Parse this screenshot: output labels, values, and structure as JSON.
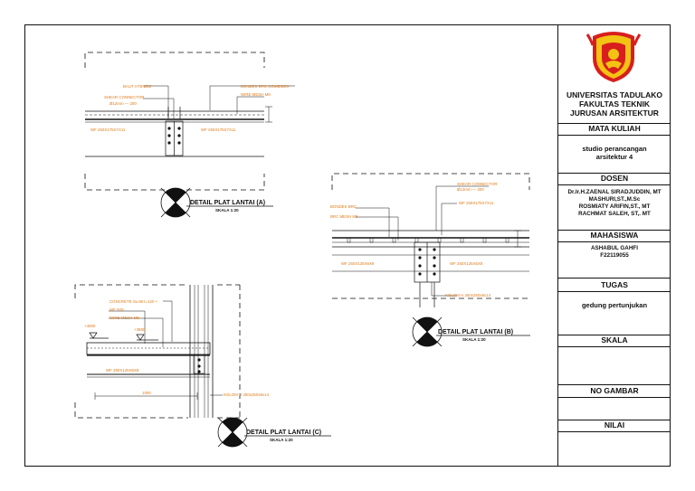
{
  "detail_a": {
    "title": "DETAIL PLAT LANTAI (A)",
    "scale": "SKALA 1:20",
    "labels": {
      "bolt": "BAUT HTB Ø22",
      "shear": "SHEAR CONNECTOR",
      "shear_size": "Ø12mm — 200",
      "bondek": "BONDEK BRC COMBIDEX",
      "wire": "WIRE MESH M8",
      "wf_left": "WF 250X175X7X11",
      "wf_right": "WF 250X175X7X11"
    }
  },
  "detail_b": {
    "title": "DETAIL PLAT LANTAI (B)",
    "scale": "SKALA 1:20",
    "labels": {
      "shear": "SHEAR CONNECTOR",
      "shear_size": "Ø12mm — 200",
      "wf_top": "WF 250X175X7X11",
      "bondek": "BONDEK BRC",
      "wire": "BRC MESH M8",
      "wf_left": "WF 250X125X6X9",
      "wf_right": "WF 250X125X6X9",
      "column": "KOLOM H 250x250x9x14"
    }
  },
  "detail_c": {
    "title": "DETAIL PLAT LANTAI (C)",
    "scale": "SKALA 1:20",
    "labels": {
      "concrete": "CONCRETE SLAB t=120 +",
      "wf": "WF 50X",
      "wire": "WIRE MESH M8",
      "level_1": "+4000",
      "level_2": "+3880",
      "beam": "WF 250X125X6X9",
      "dim": "1000",
      "column": "KOLOM H 250x250x9x14"
    }
  },
  "titleblock": {
    "institution": [
      "UNIVERSITAS TADULAKO",
      "FAKULTAS TEKNIK",
      "JURUSAN ARSITEKTUR"
    ],
    "mata_kuliah_head": "MATA KULIAH",
    "mata_kuliah": [
      "studio perancangan",
      "arsitektur 4"
    ],
    "dosen_head": "DOSEN",
    "dosen": [
      "Dr.Ir.H.ZAENAL SIRADJUDDIN, MT",
      "MASHURI,ST.,M.Sc",
      "ROSMIATY ARIFIN,ST., MT",
      "RACHMAT SALEH, ST,. MT"
    ],
    "mahasiswa_head": "MAHASISWA",
    "mahasiswa": [
      "ASHABUL GAHFI",
      "F22119055"
    ],
    "tugas_head": "TUGAS",
    "tugas": "gedung pertunjukan",
    "skala_head": "SKALA",
    "no_gambar_head": "NO GAMBAR",
    "nilai_head": "NILAI"
  },
  "colors": {
    "line": "#111111",
    "annotation": "#e07b18",
    "logo_red": "#d81e1e",
    "logo_yellow": "#f2c313"
  }
}
